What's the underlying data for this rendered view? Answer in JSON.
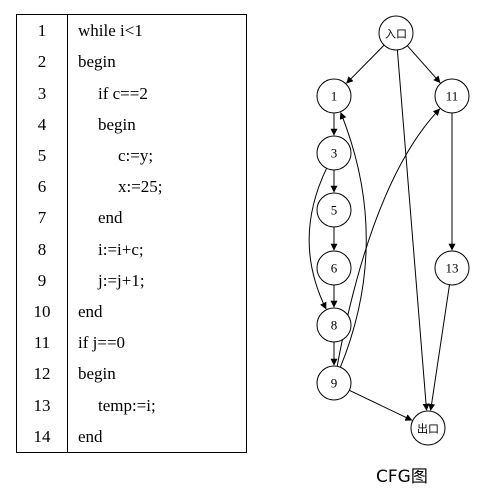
{
  "code": {
    "lines": [
      {
        "num": "1",
        "text": "while i<1"
      },
      {
        "num": "2",
        "text": "begin"
      },
      {
        "num": "3",
        "text": "if c==2"
      },
      {
        "num": "4",
        "text": "begin"
      },
      {
        "num": "5",
        "text": "c:=y;"
      },
      {
        "num": "6",
        "text": "x:=25;"
      },
      {
        "num": "7",
        "text": "end"
      },
      {
        "num": "8",
        "text": "i:=i+c;"
      },
      {
        "num": "9",
        "text": "j:=j+1;"
      },
      {
        "num": "10",
        "text": "end"
      },
      {
        "num": "11",
        "text": "if j==0"
      },
      {
        "num": "12",
        "text": "begin"
      },
      {
        "num": "13",
        "text": "temp:=i;"
      },
      {
        "num": "14",
        "text": "end"
      }
    ]
  },
  "cfg": {
    "caption": "CFG图",
    "nodes": [
      {
        "id": "entry",
        "label": "入口"
      },
      {
        "id": "n1",
        "label": "1"
      },
      {
        "id": "n11",
        "label": "11"
      },
      {
        "id": "n3",
        "label": "3"
      },
      {
        "id": "n5",
        "label": "5"
      },
      {
        "id": "n6",
        "label": "6"
      },
      {
        "id": "n13",
        "label": "13"
      },
      {
        "id": "n8",
        "label": "8"
      },
      {
        "id": "n9",
        "label": "9"
      },
      {
        "id": "exit",
        "label": "出口"
      }
    ],
    "edges": [
      {
        "from": "entry",
        "to": "n1"
      },
      {
        "from": "entry",
        "to": "n11"
      },
      {
        "from": "entry",
        "to": "exit"
      },
      {
        "from": "n1",
        "to": "n3"
      },
      {
        "from": "n3",
        "to": "n5"
      },
      {
        "from": "n3",
        "to": "n8"
      },
      {
        "from": "n5",
        "to": "n6"
      },
      {
        "from": "n6",
        "to": "n8"
      },
      {
        "from": "n8",
        "to": "n9"
      },
      {
        "from": "n9",
        "to": "n1"
      },
      {
        "from": "n9",
        "to": "n11"
      },
      {
        "from": "n9",
        "to": "exit"
      },
      {
        "from": "n11",
        "to": "n13"
      },
      {
        "from": "n13",
        "to": "exit"
      }
    ]
  }
}
